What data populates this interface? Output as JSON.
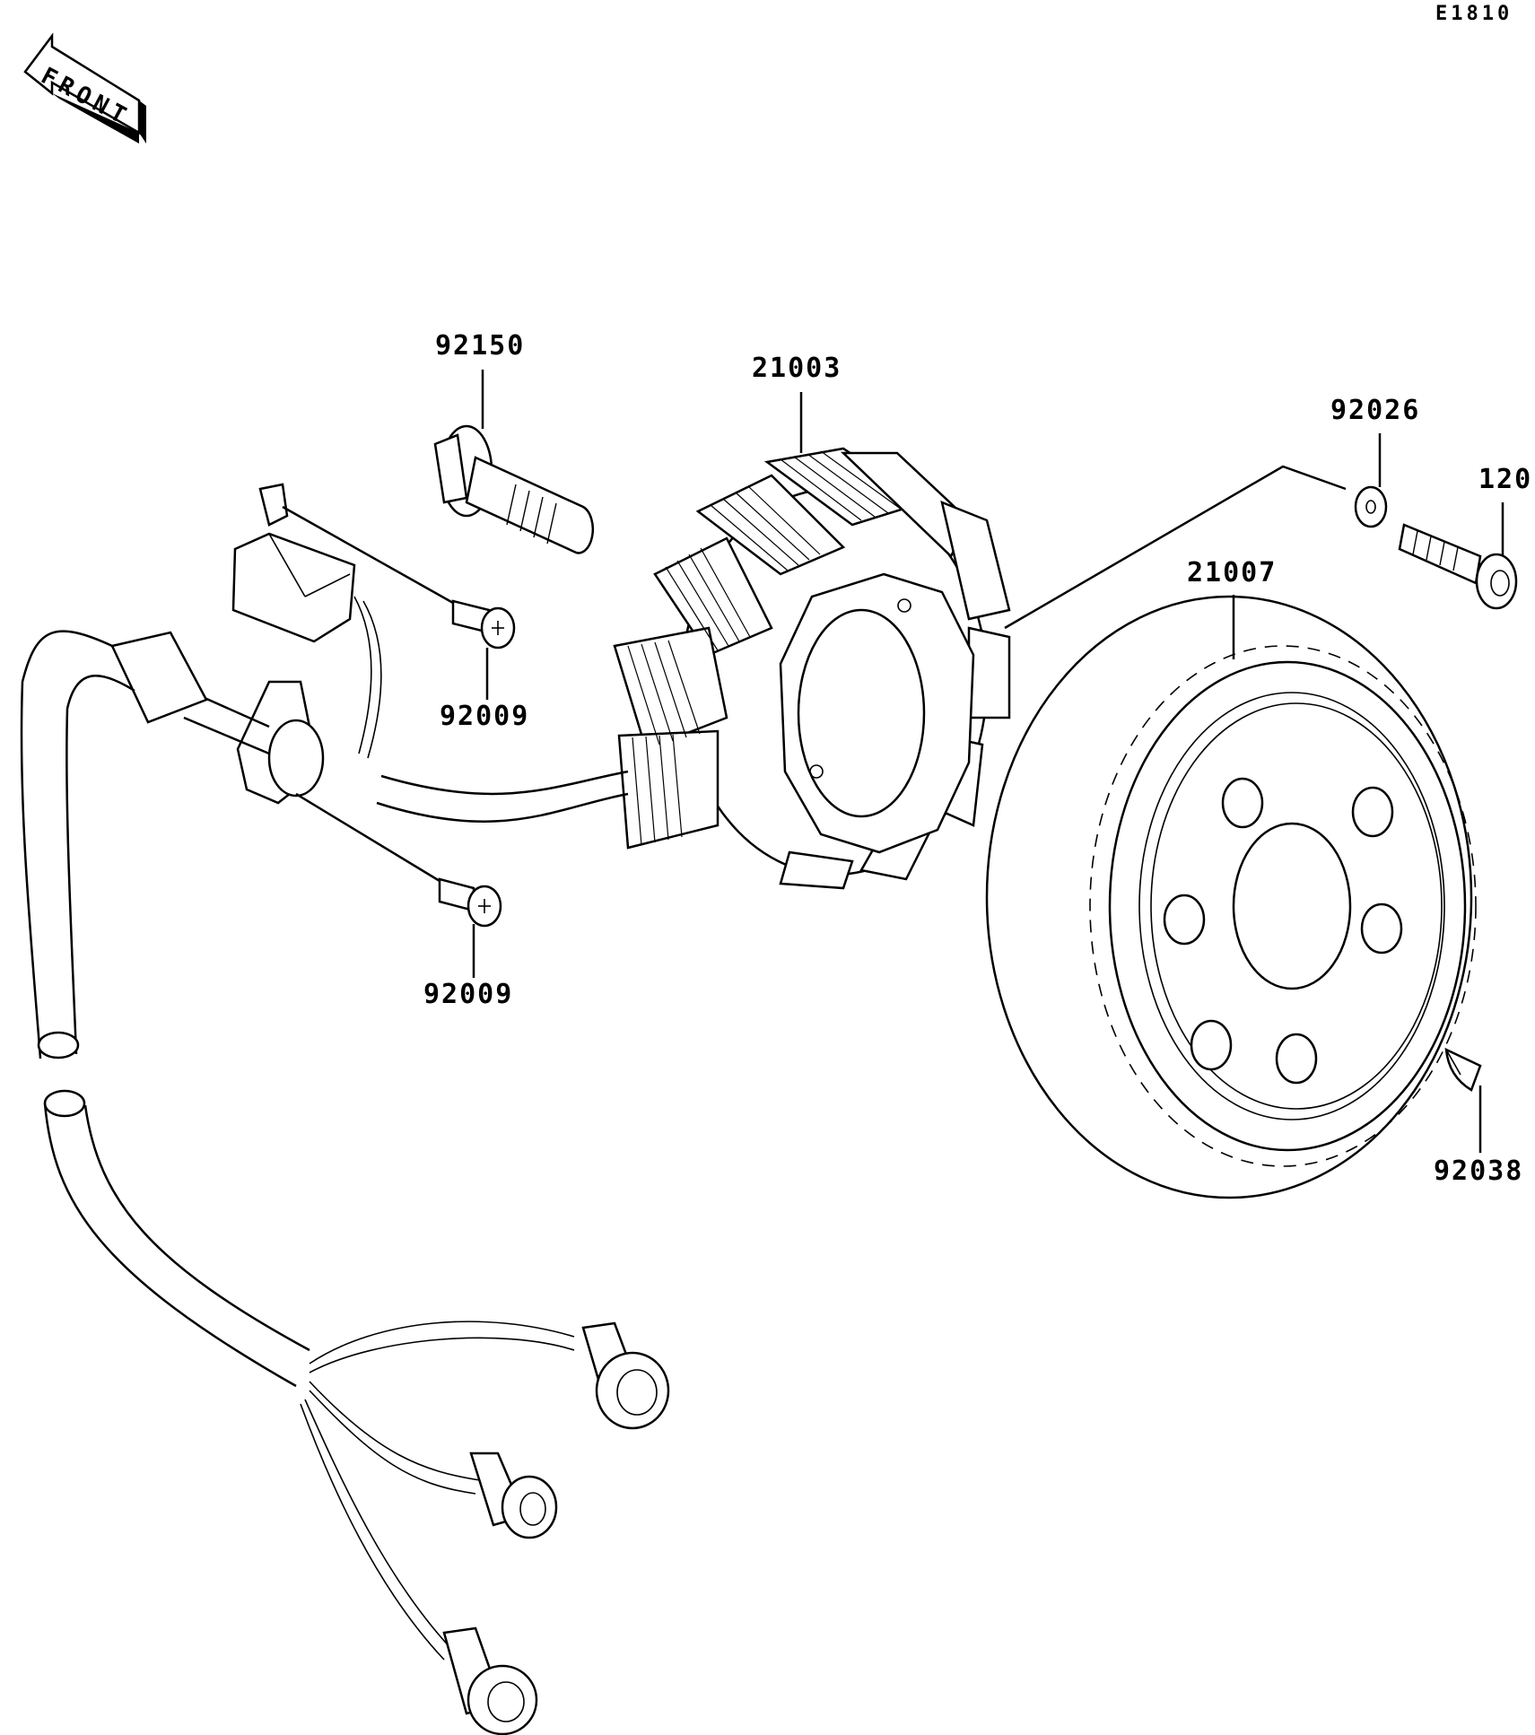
{
  "diagram_code": "E1810",
  "front_indicator": "FRONT",
  "parts": [
    {
      "number": "92150",
      "description": ""
    },
    {
      "number": "21003",
      "description": ""
    },
    {
      "number": "92026",
      "description": ""
    },
    {
      "number": "120",
      "description": ""
    },
    {
      "number": "21007",
      "description": ""
    },
    {
      "number": "92009",
      "description": ""
    },
    {
      "number": "92009",
      "description": ""
    },
    {
      "number": "92038",
      "description": ""
    }
  ],
  "labels": {
    "p92150": "92150",
    "p21003": "21003",
    "p92026": "92026",
    "p120": "120",
    "p21007": "21007",
    "p92009_top": "92009",
    "p92009_bottom": "92009",
    "p92038": "92038"
  },
  "icons": [
    "front-arrow-icon"
  ],
  "colors": {
    "line": "#000000",
    "background": "#ffffff"
  }
}
